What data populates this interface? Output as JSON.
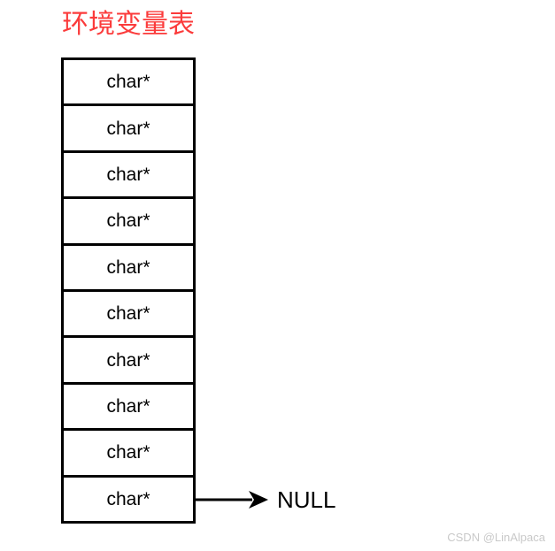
{
  "diagram": {
    "title": "环境变量表",
    "title_color": "#fb3b3b",
    "background_color": "#ffffff",
    "border_color": "#000000",
    "table": {
      "name": "environment-variable-table",
      "cell_count": 10,
      "cells": [
        {
          "label": "char*"
        },
        {
          "label": "char*"
        },
        {
          "label": "char*"
        },
        {
          "label": "char*"
        },
        {
          "label": "char*"
        },
        {
          "label": "char*"
        },
        {
          "label": "char*"
        },
        {
          "label": "char*"
        },
        {
          "label": "char*"
        },
        {
          "label": "char*"
        }
      ]
    },
    "terminator": {
      "arrow_icon": "arrow-right-icon",
      "label": "NULL",
      "from_cell_index": 9
    }
  },
  "watermark": {
    "text": "CSDN @LinAlpaca",
    "color": "#c9c9c9"
  }
}
